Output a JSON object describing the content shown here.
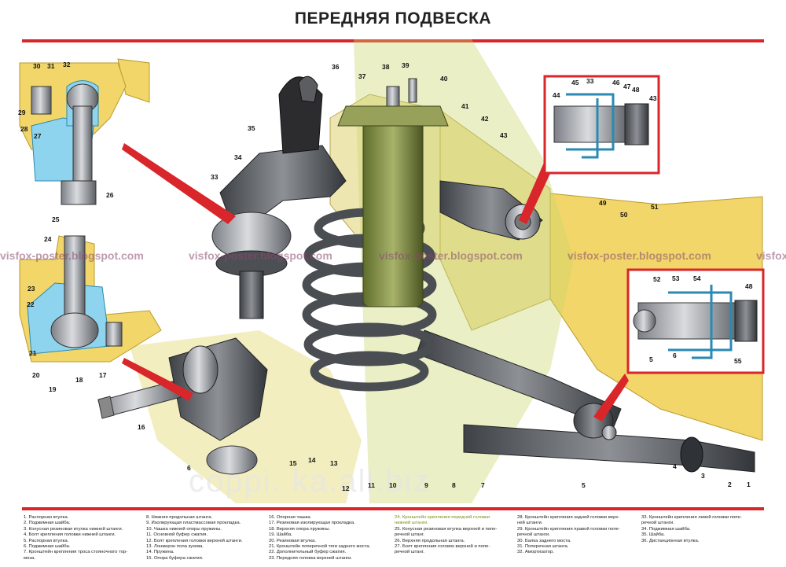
{
  "title": "ПЕРЕДНЯЯ ПОДВЕСКА",
  "watermark": "visfox-poster.blogspot.com",
  "center_watermark": "coppi. ka.all.biz",
  "colors": {
    "rule": "#d8262b",
    "highlight": "#e8e08a",
    "detail_border": "#d8262b",
    "body": "#f2d66a"
  },
  "callouts": [
    "1",
    "2",
    "3",
    "4",
    "5",
    "6",
    "7",
    "8",
    "9",
    "10",
    "11",
    "12",
    "13",
    "14",
    "15",
    "16",
    "17",
    "18",
    "19",
    "20",
    "21",
    "22",
    "23",
    "24",
    "25",
    "26",
    "27",
    "28",
    "29",
    "30",
    "31",
    "32",
    "33",
    "34",
    "35",
    "36",
    "37",
    "38",
    "39",
    "40",
    "41",
    "42",
    "43",
    "44",
    "45",
    "46",
    "47",
    "48",
    "49",
    "50",
    "51",
    "52",
    "53",
    "54",
    "55"
  ],
  "legend": {
    "col1": [
      "1. Распорная втулка.",
      "2. Поджимная шайба.",
      "3. Конусная резиновая втулка нижней штанги.",
      "4. Болт крепления головки нижней штанги.",
      "5. Распорная втулка.",
      "6. Поджимная шайба.",
      "7. Кронштейн крепления троса стояночного тор-",
      "моза."
    ],
    "col2": [
      "8. Нижняя продольная штанга.",
      "9. Изолирующая пластмассовая прокладка.",
      "10. Чашка нижней опоры пружины.",
      "11. Основной буфер сжатия.",
      "12. Болт крепления головки верхней штанги.",
      "13. Лонжерон пола кузова.",
      "14. Пружина.",
      "15. Опора буфера сжатия."
    ],
    "col3": [
      "16. Опорная чашка.",
      "17. Резиновая изолирующая прокладка.",
      "18. Верхняя опора пружины.",
      "19. Шайба.",
      "20. Резиновая втулка.",
      "21. Кронштейн поперечной тяги заднего моста.",
      "22. Дополнительный буфер сжатия.",
      "23. Передняя головка верхней штанги."
    ],
    "col4": [
      "24. Кронштейн крепления передней головки",
      "нижней штанги.",
      "25. Конусная резиновая втулка верхней и попе-",
      "речной штанг.",
      "26. Верхняя продольная штанга.",
      "27. Болт крепления головок верхней и попе-",
      "речной штанг."
    ],
    "col5": [
      "28. Кронштейн крепления задней головки верх-",
      "ней штанги.",
      "29. Кронштейн крепления правой головки попе-",
      "речной штанги.",
      "30. Балка заднего моста.",
      "31. Поперечная штанга.",
      "32. Амортизатор."
    ],
    "col6": [
      "33. Кронштейн крепления левой головки попе-",
      "речной штанги.",
      "34. Поджимная шайба.",
      "35. Шайба.",
      "36. Дистанционная втулка."
    ]
  }
}
